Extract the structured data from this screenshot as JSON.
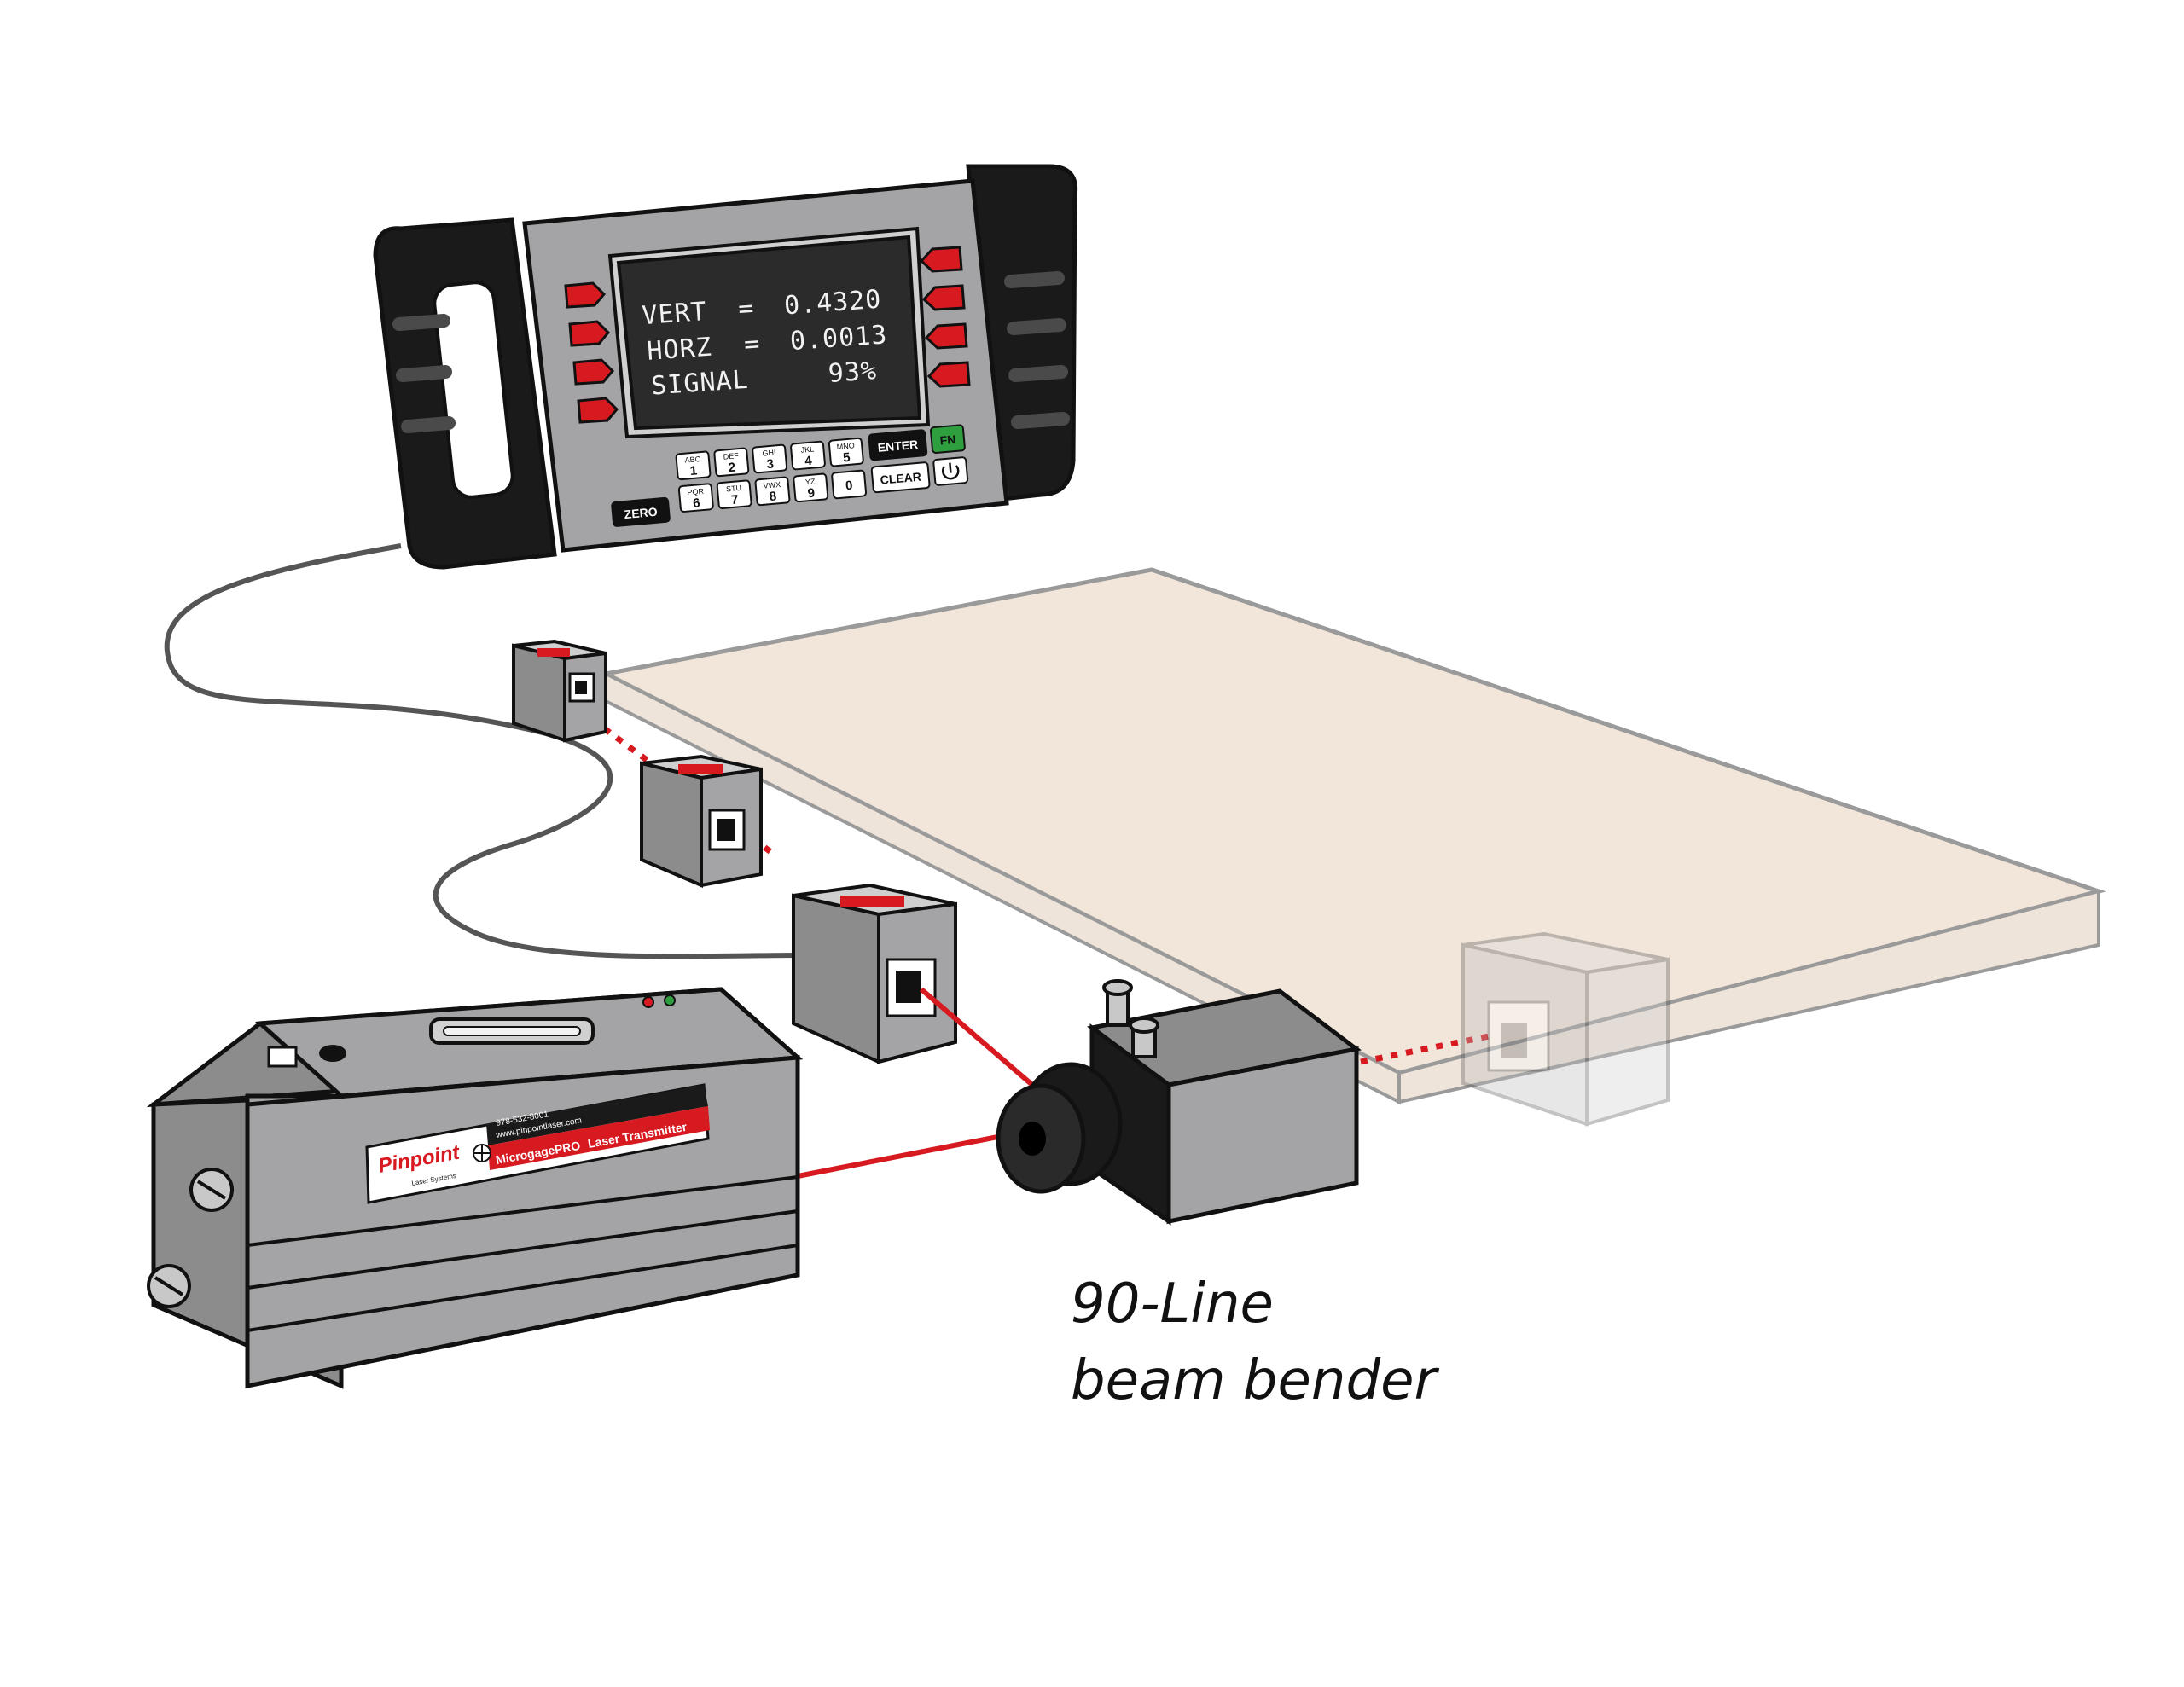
{
  "display": {
    "rows": [
      {
        "label": "VERT",
        "sep": "=",
        "value": "0.4320"
      },
      {
        "label": "HORZ",
        "sep": "=",
        "value": "0.0013"
      },
      {
        "label": "SIGNAL",
        "sep": "",
        "value": "93%"
      }
    ]
  },
  "keypad": {
    "row1": [
      {
        "letters": "ABC",
        "number": "1"
      },
      {
        "letters": "DEF",
        "number": "2"
      },
      {
        "letters": "GHI",
        "number": "3"
      },
      {
        "letters": "JKL",
        "number": "4"
      },
      {
        "letters": "MNO",
        "number": "5"
      }
    ],
    "row2": [
      {
        "letters": "PQR",
        "number": "6"
      },
      {
        "letters": "STU",
        "number": "7"
      },
      {
        "letters": "VWX",
        "number": "8"
      },
      {
        "letters": "YZ",
        "number": "9"
      },
      {
        "letters": "",
        "number": "0"
      }
    ],
    "enter": "ENTER",
    "fn": "FN",
    "clear": "CLEAR",
    "zero": "ZERO",
    "power_icon": "power-icon"
  },
  "transmitter": {
    "brand": "Pinpoint",
    "brand_sub": "Laser Systems",
    "phone": "978-532-8001",
    "website": "www.pinpointlaser.com",
    "product_name": "MicrogagePRO",
    "product_type": "Laser Transmitter"
  },
  "caption": {
    "line1": "90-Line",
    "line2": "beam bender"
  },
  "colors": {
    "laser_red": "#d71920",
    "device_gray": "#a4a4a6",
    "device_black": "#1a1a1a",
    "table_top": "#f2e6da",
    "fn_green": "#2e9e3e"
  }
}
